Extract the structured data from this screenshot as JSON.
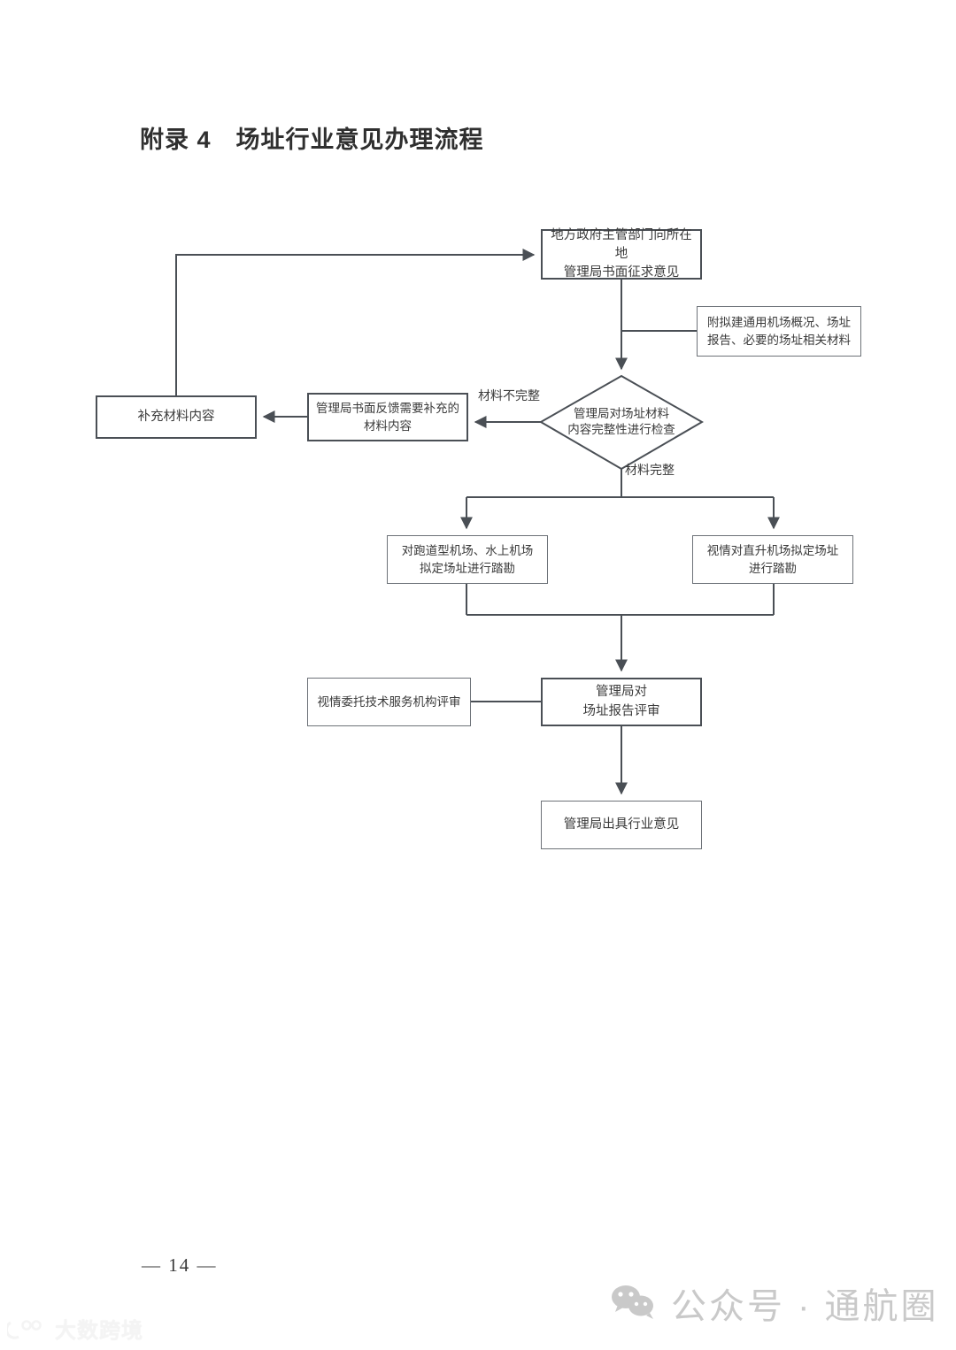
{
  "page": {
    "title": "附录 4　场址行业意见办理流程",
    "page_number": "— 14 —"
  },
  "flowchart": {
    "type": "flowchart",
    "nodes": {
      "request": {
        "id": "request",
        "shape": "rect",
        "label": "地方政府主管部门向所在地\n管理局书面征求意见"
      },
      "attachments": {
        "id": "attachments",
        "shape": "rect",
        "label": "附拟建通用机场概况、场址\n报告、必要的场址相关材料"
      },
      "decision": {
        "id": "decision",
        "shape": "diamond",
        "label": "管理局对场址材料\n内容完整性进行检查"
      },
      "feedback": {
        "id": "feedback",
        "shape": "rect",
        "label": "管理局书面反馈需要补充的\n材料内容"
      },
      "supplement": {
        "id": "supplement",
        "shape": "rect",
        "label": "补充材料内容"
      },
      "survey_left": {
        "id": "survey_left",
        "shape": "rect",
        "label": "对跑道型机场、水上机场\n拟定场址进行踏勘"
      },
      "survey_right": {
        "id": "survey_right",
        "shape": "rect",
        "label": "视情对直升机场拟定场址\n进行踏勘"
      },
      "delegate": {
        "id": "delegate",
        "shape": "rect",
        "label": "视情委托技术服务机构评审"
      },
      "review": {
        "id": "review",
        "shape": "rect",
        "label": "管理局对\n场址报告评审"
      },
      "opinion": {
        "id": "opinion",
        "shape": "rect",
        "label": "管理局出具行业意见"
      }
    },
    "edge_labels": {
      "incomplete": "材料不完整",
      "complete": "材料完整"
    },
    "edges": [
      {
        "from": "request",
        "to": "decision",
        "label": ""
      },
      {
        "from": "attachments",
        "to": "request_to_decision",
        "label": ""
      },
      {
        "from": "decision",
        "to": "feedback",
        "label": "材料不完整"
      },
      {
        "from": "feedback",
        "to": "supplement",
        "label": ""
      },
      {
        "from": "supplement",
        "to": "request",
        "label": ""
      },
      {
        "from": "decision",
        "to": "survey_left",
        "label": "材料完整"
      },
      {
        "from": "decision",
        "to": "survey_right",
        "label": "材料完整"
      },
      {
        "from": "survey_left",
        "to": "review",
        "label": ""
      },
      {
        "from": "survey_right",
        "to": "review",
        "label": ""
      },
      {
        "from": "delegate",
        "to": "review",
        "label": ""
      },
      {
        "from": "review",
        "to": "opinion",
        "label": ""
      }
    ],
    "colors": {
      "border": "#4a4f55",
      "line": "#4a4f55",
      "text": "#3a3a3a",
      "background": "#ffffff"
    }
  },
  "watermarks": {
    "wechat": {
      "icon": "wechat-icon",
      "text": "公众号 · 通航圈"
    },
    "bottom_left": {
      "icon": "logo-icon",
      "text": "大数跨境"
    }
  }
}
